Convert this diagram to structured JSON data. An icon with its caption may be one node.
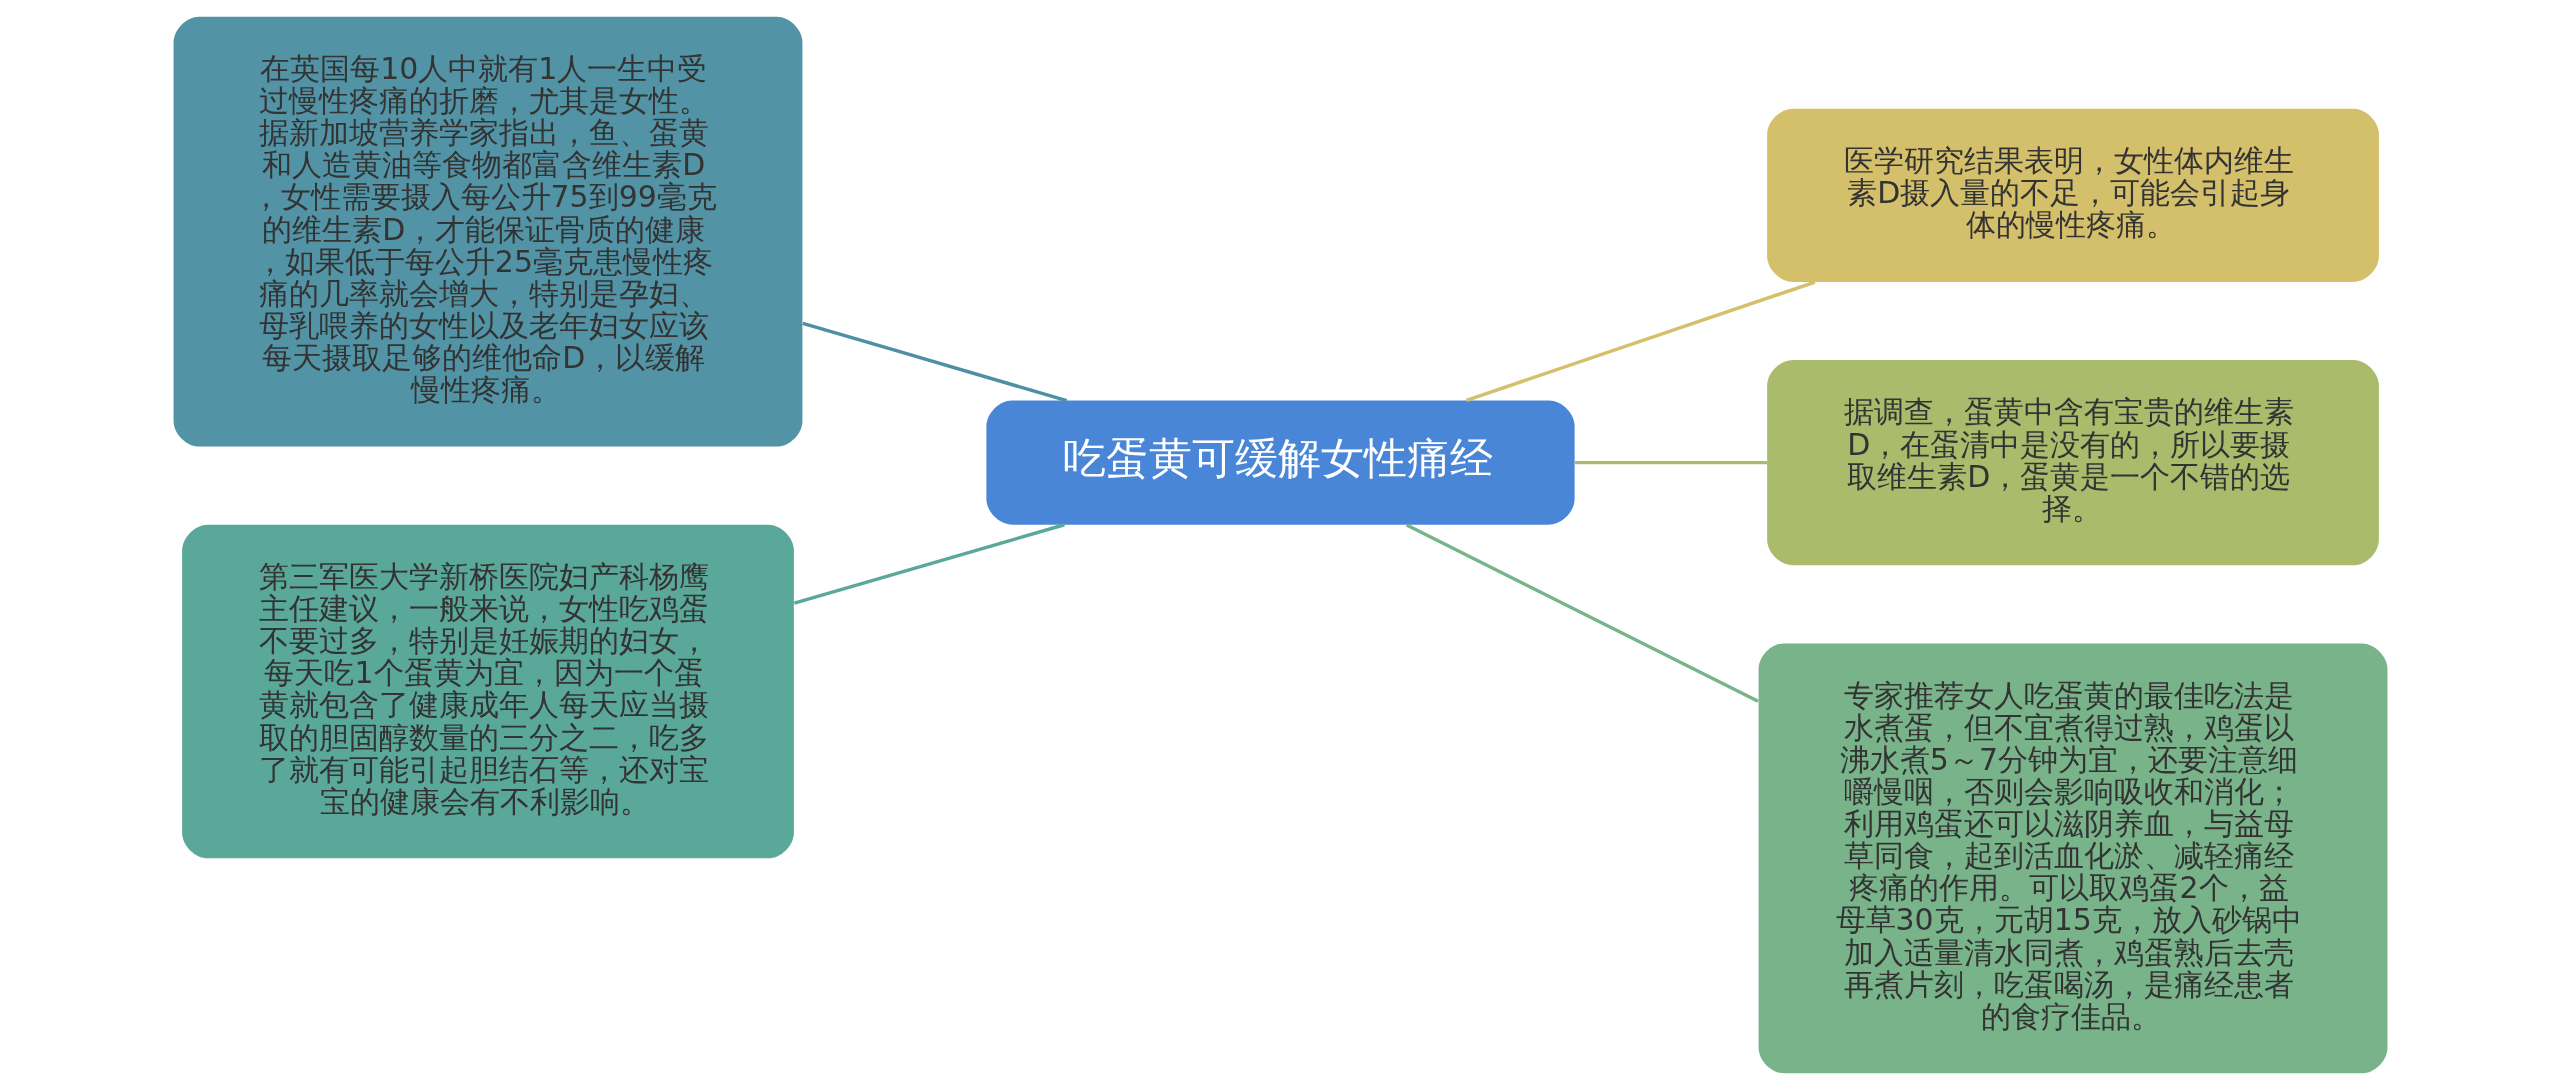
{
  "diagram": {
    "nodes": [
      {
        "text": [
          "吃蛋黄可缓解女性痛经"
        ]
      },
      {
        "text": [
          "在英国每10人中就有1人一生中受过慢性疼痛的折磨，尤其是女性。据新加坡营养学家指出，鱼、蛋黄和人造黄油等食物都富含维生素D，女性需要摄入每公升75到99毫克的维生素D，才能保证骨质的健康，如果低于每公升25毫克患慢性疼痛的几率就会增大，特别是孕妇、母乳喂养的女性以及老年妇女应该每天摄取足够的维他命D，以缓解慢性疼痛。"
        ]
      },
      {
        "text": [
          "第三军医大学新桥医院妇产科杨鹰主任建议，一般来说，女性吃鸡蛋不要过多，特别是妊娠期的妇女，每天吃1个蛋黄为宜，因为一个蛋黄就包含了健康成年人每天应当摄取的胆固醇数量的三分之二，吃多了就有可能引起胆结石等，还对宝宝的健康会有不利影响。"
        ]
      },
      {
        "text": [
          "医学研究结果表明，女性体内维生素D摄入量的不足，可能会引起身体的慢性疼痛。"
        ]
      },
      {
        "text": [
          "据调查，蛋黄中含有宝贵的维生素D，在蛋清中是没有的，所以要摄取维生素D，蛋黄是一个不错的选择。"
        ]
      },
      {
        "text": [
          "专家推荐女人吃蛋黄的最佳吃法是水煮蛋，但不宜煮得过熟，鸡蛋以沸水煮5～7分钟为宜，还要注意细嚼慢咽，否则会影响吸收和消化；利用鸡蛋还可以滋阴养血，与益母草同食，起到活血化淤、减轻痛经疼痛的作用。可以取鸡蛋2个，益母草30克，元胡15克，放入砂锅中加入适量清水同煮，鸡蛋熟后去壳再煮片刻，吃蛋喝汤，是痛经患者的食疗佳品。"
        ]
      }
    ],
    "edges": [
      {
        "from": 0,
        "to": 1,
        "arrow": "none",
        "color": "#4f8fa3"
      },
      {
        "from": 0,
        "to": 2,
        "arrow": "none",
        "color": "#5aa89a"
      },
      {
        "from": 0,
        "to": 3,
        "arrow": "none",
        "color": "#d4bf6a"
      },
      {
        "from": 0,
        "to": 4,
        "arrow": "none",
        "color": "#aabb6c"
      },
      {
        "from": 0,
        "to": 5,
        "arrow": "none",
        "color": "#78b38a"
      }
    ]
  }
}
